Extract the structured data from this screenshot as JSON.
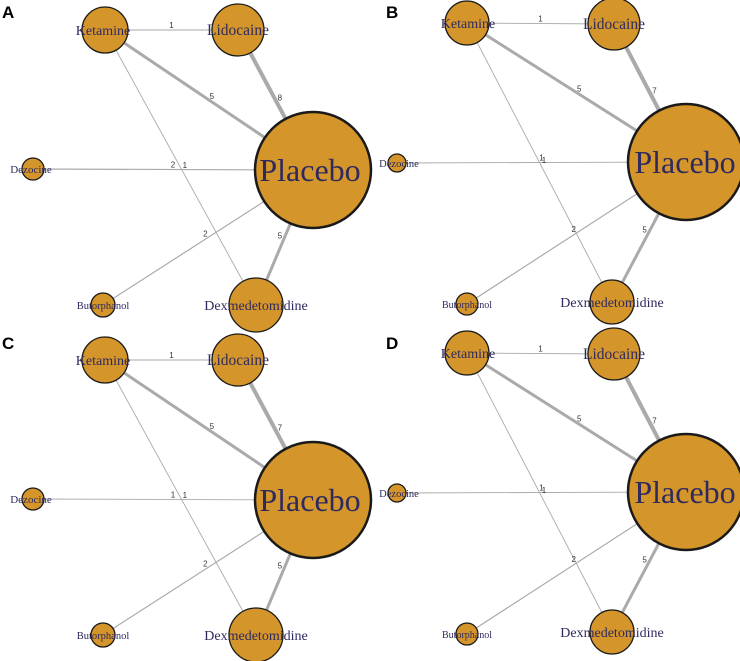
{
  "colors": {
    "node_fill": "#d4952a",
    "node_stroke": "#1a1a1a",
    "edge": "#aaaaaa",
    "label": "#2e2a5e"
  },
  "node_names": [
    "Ketamine",
    "Lidocaine",
    "Dezocine",
    "Placebo",
    "Butorphanol",
    "Dexmedetomidine"
  ],
  "panels": [
    {
      "letter": "A",
      "edges": [
        {
          "from": "Ketamine",
          "to": "Lidocaine",
          "label": "1"
        },
        {
          "from": "Ketamine",
          "to": "Placebo",
          "label": "5"
        },
        {
          "from": "Lidocaine",
          "to": "Placebo",
          "label": "8"
        },
        {
          "from": "Ketamine",
          "to": "Dexmedetomidine",
          "label": "1"
        },
        {
          "from": "Dezocine",
          "to": "Placebo",
          "label": "2"
        },
        {
          "from": "Butorphanol",
          "to": "Placebo",
          "label": "2"
        },
        {
          "from": "Dexmedetomidine",
          "to": "Placebo",
          "label": "5"
        }
      ]
    },
    {
      "letter": "B",
      "edges": [
        {
          "from": "Ketamine",
          "to": "Lidocaine",
          "label": "1"
        },
        {
          "from": "Ketamine",
          "to": "Placebo",
          "label": "5"
        },
        {
          "from": "Lidocaine",
          "to": "Placebo",
          "label": "7"
        },
        {
          "from": "Ketamine",
          "to": "Dexmedetomidine",
          "label": "1"
        },
        {
          "from": "Dezocine",
          "to": "Placebo",
          "label": "1"
        },
        {
          "from": "Butorphanol",
          "to": "Placebo",
          "label": "2"
        },
        {
          "from": "Dexmedetomidine",
          "to": "Placebo",
          "label": "5"
        }
      ]
    },
    {
      "letter": "C",
      "edges": [
        {
          "from": "Ketamine",
          "to": "Lidocaine",
          "label": "1"
        },
        {
          "from": "Ketamine",
          "to": "Placebo",
          "label": "5"
        },
        {
          "from": "Lidocaine",
          "to": "Placebo",
          "label": "7"
        },
        {
          "from": "Ketamine",
          "to": "Dexmedetomidine",
          "label": "1"
        },
        {
          "from": "Dezocine",
          "to": "Placebo",
          "label": "1"
        },
        {
          "from": "Butorphanol",
          "to": "Placebo",
          "label": "2"
        },
        {
          "from": "Dexmedetomidine",
          "to": "Placebo",
          "label": "5"
        }
      ]
    },
    {
      "letter": "D",
      "edges": [
        {
          "from": "Ketamine",
          "to": "Lidocaine",
          "label": "1"
        },
        {
          "from": "Ketamine",
          "to": "Placebo",
          "label": "5"
        },
        {
          "from": "Lidocaine",
          "to": "Placebo",
          "label": "7"
        },
        {
          "from": "Ketamine",
          "to": "Dexmedetomidine",
          "label": "1"
        },
        {
          "from": "Dezocine",
          "to": "Placebo",
          "label": "1"
        },
        {
          "from": "Butorphanol",
          "to": "Placebo",
          "label": "2"
        },
        {
          "from": "Dexmedetomidine",
          "to": "Placebo",
          "label": "5"
        }
      ]
    }
  ]
}
